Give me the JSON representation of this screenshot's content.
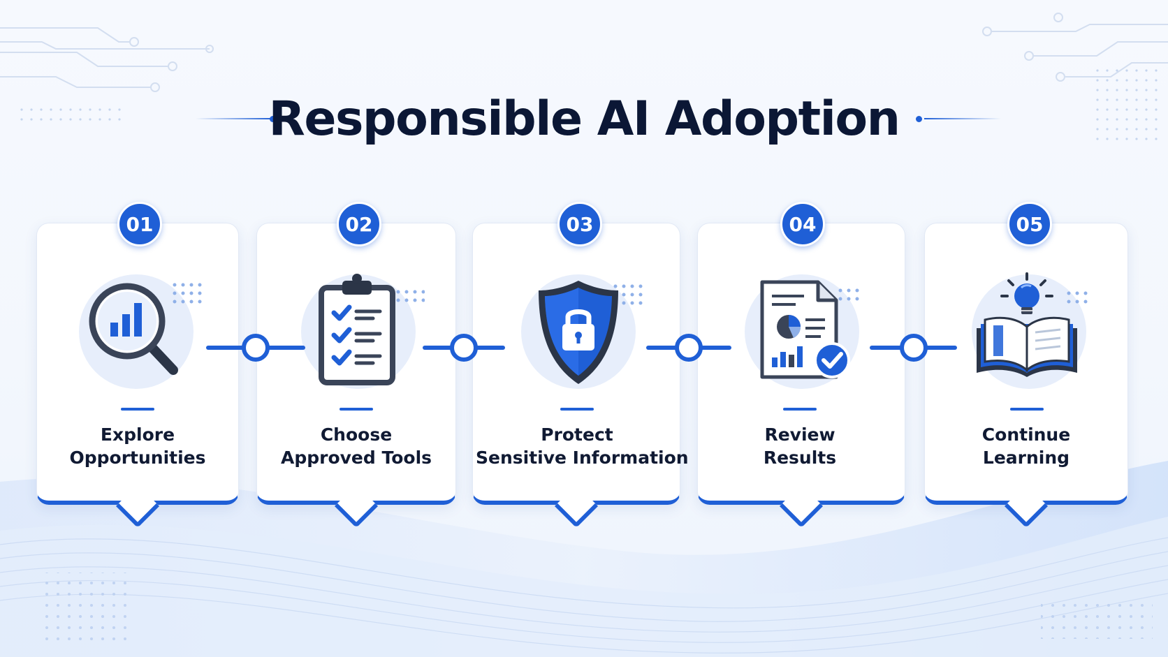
{
  "title": "Responsible AI Adoption",
  "colors": {
    "accent": "#1f5fd6",
    "title": "#0b1735",
    "card_bg": "#ffffff"
  },
  "steps": [
    {
      "number": "01",
      "label_line1": "Explore",
      "label_line2": "Opportunities",
      "icon": "magnifier-chart-icon"
    },
    {
      "number": "02",
      "label_line1": "Choose",
      "label_line2": "Approved Tools",
      "icon": "clipboard-checklist-icon"
    },
    {
      "number": "03",
      "label_line1": "Protect",
      "label_line2": "Sensitive Information",
      "icon": "shield-lock-icon"
    },
    {
      "number": "04",
      "label_line1": "Review",
      "label_line2": "Results",
      "icon": "document-report-check-icon"
    },
    {
      "number": "05",
      "label_line1": "Continue",
      "label_line2": "Learning",
      "icon": "lightbulb-book-icon"
    }
  ]
}
